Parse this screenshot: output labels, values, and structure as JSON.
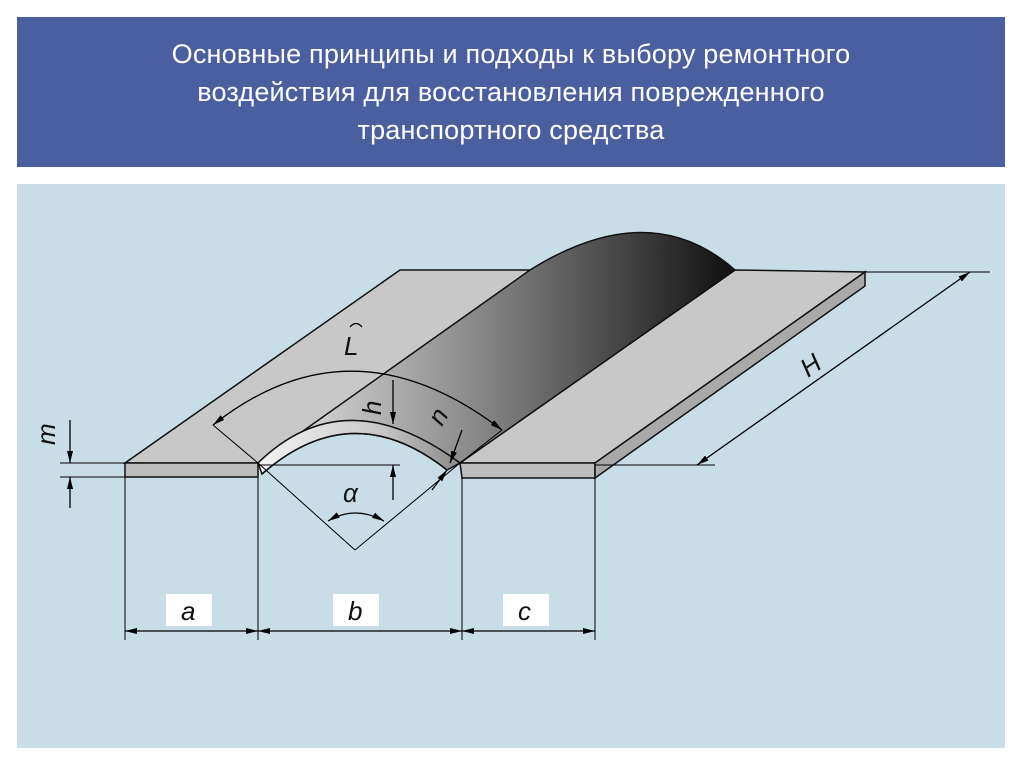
{
  "slide": {
    "title_lines": [
      "Основные принципы и подходы к выбору ремонтного",
      "воздействия для восстановления поврежденного",
      "транспортного средства"
    ]
  },
  "diagram": {
    "labels": {
      "a": "a",
      "b": "b",
      "c": "c",
      "H": "H",
      "L": "L",
      "h": "h",
      "n": "n",
      "m": "m",
      "alpha": "α"
    }
  },
  "colors": {
    "title_background": "#4a5fa0",
    "canvas_background": "#c9dde7",
    "plate": "#c8c8c8"
  }
}
